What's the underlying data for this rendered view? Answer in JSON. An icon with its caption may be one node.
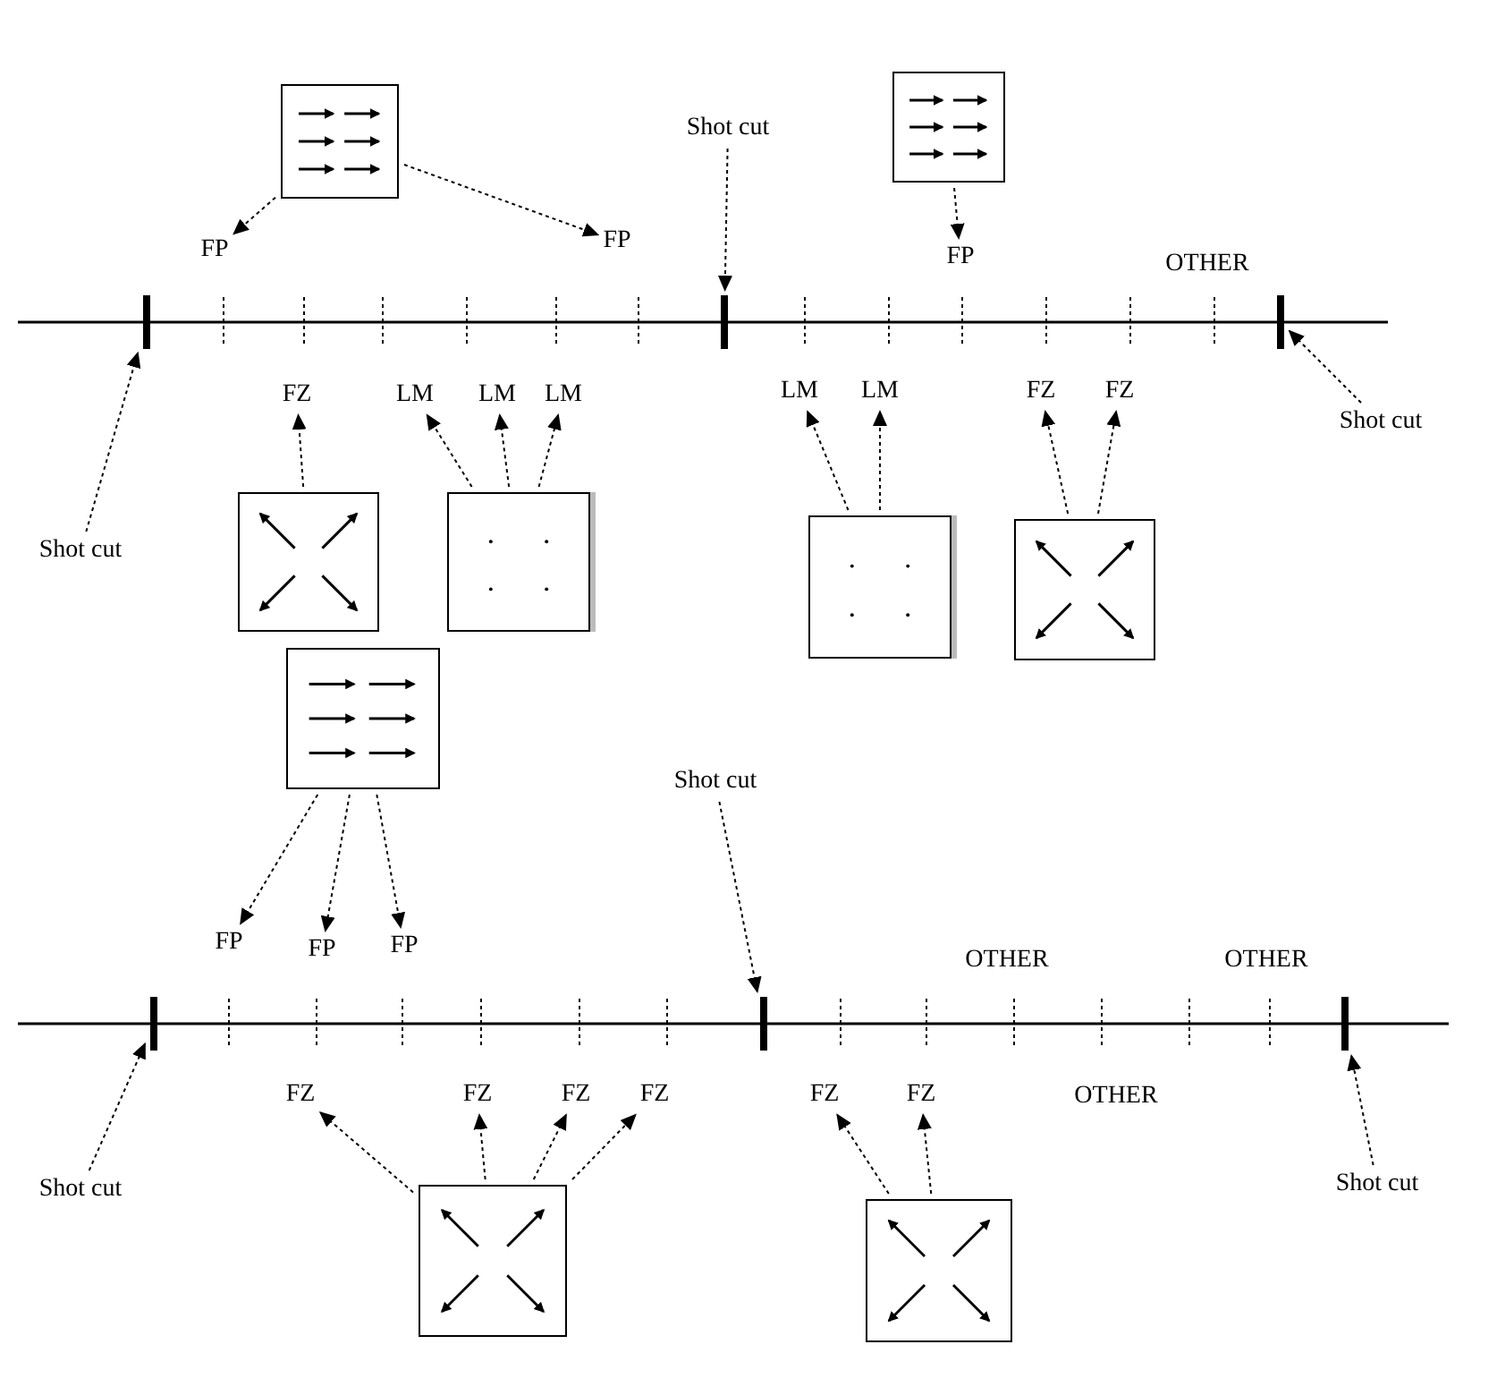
{
  "diagram": {
    "nodes": [
      {
        "text": [],
        "shape": "picture"
      },
      {
        "text": [
          "FP"
        ]
      },
      {
        "text": [
          "FP"
        ]
      },
      {
        "text": [
          "Shot cut"
        ]
      },
      {
        "text": [],
        "shape": "picture"
      },
      {
        "text": [
          "FP"
        ]
      },
      {
        "text": [],
        "shape": "bar"
      },
      {
        "text": [],
        "shape": "bar"
      },
      {
        "text": [],
        "shape": "bar"
      },
      {
        "text": [
          "Shot cut"
        ]
      },
      {
        "text": [
          "FZ"
        ]
      },
      {
        "text": [
          "LM"
        ]
      },
      {
        "text": [
          "LM"
        ]
      },
      {
        "text": [
          "LM"
        ]
      },
      {
        "text": [
          "LM"
        ]
      },
      {
        "text": [
          "LM"
        ]
      },
      {
        "text": [
          "FZ"
        ]
      },
      {
        "text": [
          "FZ"
        ]
      },
      {
        "text": [
          "Shot cut"
        ]
      },
      {
        "text": [],
        "shape": "picture"
      },
      {
        "text": [],
        "shape": "picture"
      },
      {
        "text": [],
        "shape": "picture"
      },
      {
        "text": [],
        "shape": "picture"
      },
      {
        "text": [],
        "shape": "picture"
      },
      {
        "text": [
          "Shot cut"
        ]
      },
      {
        "text": [
          "FP"
        ]
      },
      {
        "text": [
          "FP"
        ]
      },
      {
        "text": [
          "FP"
        ]
      },
      {
        "text": [],
        "shape": "bar"
      },
      {
        "text": [],
        "shape": "bar"
      },
      {
        "text": [],
        "shape": "bar"
      },
      {
        "text": [
          "FZ"
        ]
      },
      {
        "text": [
          "FZ"
        ]
      },
      {
        "text": [
          "FZ"
        ]
      },
      {
        "text": [
          "FZ"
        ]
      },
      {
        "text": [
          "FZ"
        ]
      },
      {
        "text": [
          "FZ"
        ]
      },
      {
        "text": [
          "Shot cut"
        ]
      },
      {
        "text": [
          "Shot cut"
        ]
      },
      {
        "text": [],
        "shape": "picture"
      },
      {
        "text": [],
        "shape": "picture"
      }
    ],
    "edges": [
      {
        "from": 0,
        "to": 1,
        "arrow": "to"
      },
      {
        "from": 0,
        "to": 2,
        "arrow": "to"
      },
      {
        "from": 3,
        "to": 7,
        "arrow": "to"
      },
      {
        "from": 4,
        "to": 5,
        "arrow": "to"
      },
      {
        "from": 9,
        "to": 8,
        "arrow": "to"
      },
      {
        "from": 19,
        "to": 10,
        "arrow": "to"
      },
      {
        "from": 20,
        "to": 11,
        "arrow": "to"
      },
      {
        "from": 20,
        "to": 12,
        "arrow": "to"
      },
      {
        "from": 20,
        "to": 13,
        "arrow": "to"
      },
      {
        "from": 18,
        "to": 6,
        "arrow": "to"
      },
      {
        "from": 21,
        "to": 14,
        "arrow": "to"
      },
      {
        "from": 21,
        "to": 15,
        "arrow": "to"
      },
      {
        "from": 22,
        "to": 16,
        "arrow": "to"
      },
      {
        "from": 22,
        "to": 17,
        "arrow": "to"
      },
      {
        "from": 23,
        "to": 25,
        "arrow": "to"
      },
      {
        "from": 23,
        "to": 26,
        "arrow": "to"
      },
      {
        "from": 23,
        "to": 27,
        "arrow": "to"
      },
      {
        "from": 24,
        "to": 29,
        "arrow": "to"
      },
      {
        "from": 37,
        "to": 28,
        "arrow": "to"
      },
      {
        "from": 38,
        "to": 30,
        "arrow": "to"
      },
      {
        "from": 39,
        "to": 31,
        "arrow": "to"
      },
      {
        "from": 39,
        "to": 32,
        "arrow": "to"
      },
      {
        "from": 39,
        "to": 33,
        "arrow": "to"
      },
      {
        "from": 39,
        "to": 34,
        "arrow": "to"
      },
      {
        "from": 40,
        "to": 35,
        "arrow": "to"
      },
      {
        "from": 40,
        "to": 36,
        "arrow": "to"
      }
    ],
    "labels": [
      "OTHER",
      "OTHER",
      "OTHER",
      "OTHER"
    ]
  }
}
